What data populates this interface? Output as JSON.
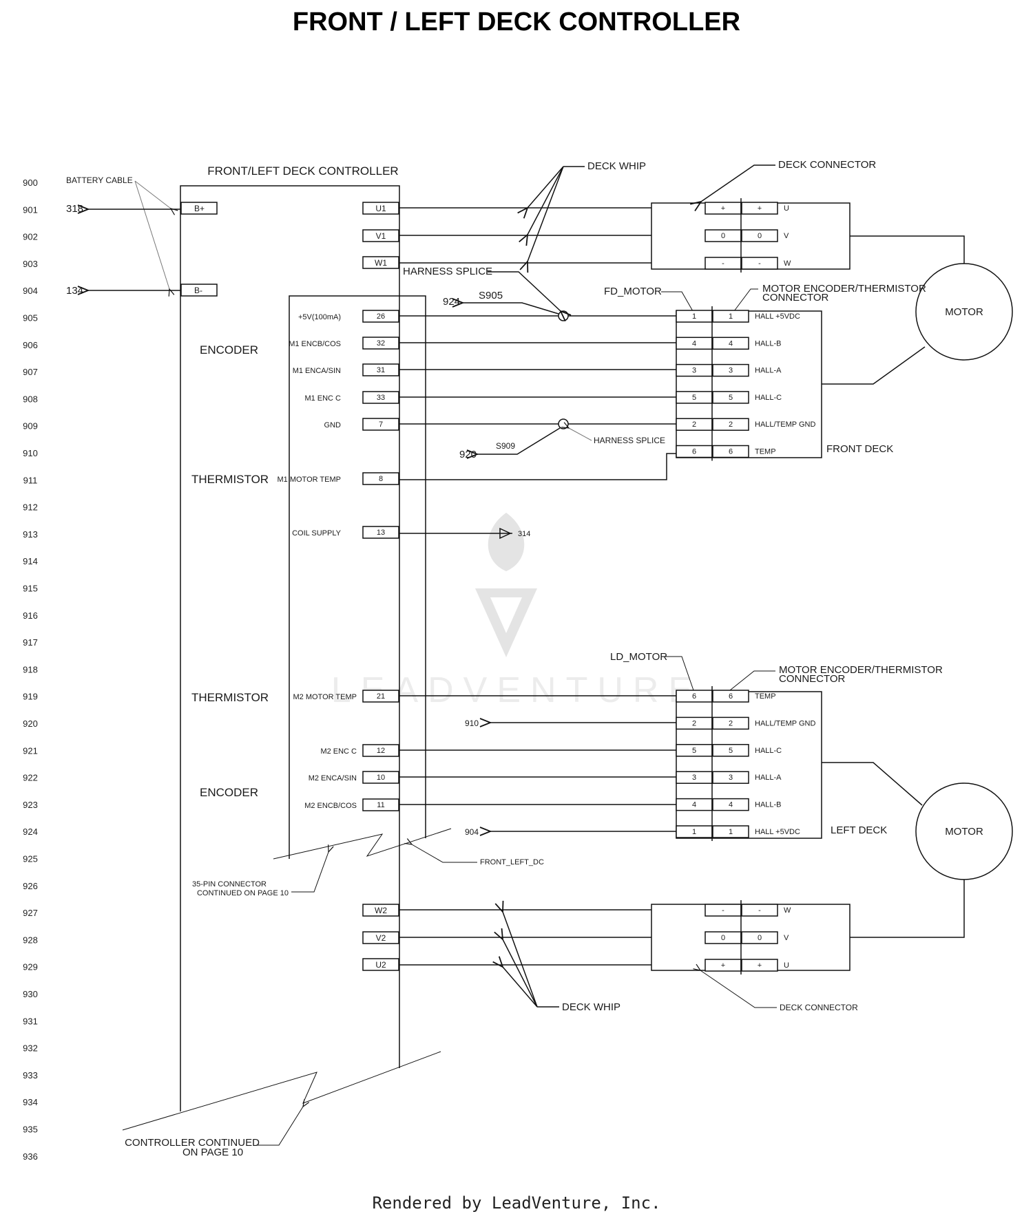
{
  "title": "FRONT / LEFT DECK CONTROLLER",
  "footer": "Rendered by LeadVenture, Inc.",
  "watermark": "LEADVENTURE",
  "row_numbers": [
    "900",
    "901",
    "902",
    "903",
    "904",
    "905",
    "906",
    "907",
    "908",
    "909",
    "910",
    "911",
    "912",
    "913",
    "914",
    "915",
    "916",
    "917",
    "918",
    "919",
    "920",
    "921",
    "922",
    "923",
    "924",
    "925",
    "926",
    "927",
    "928",
    "929",
    "930",
    "931",
    "932",
    "933",
    "934",
    "935",
    "936"
  ],
  "controller": {
    "label": "FRONT/LEFT DECK CONTROLLER",
    "battery_cable": "BATTERY CABLE",
    "b_plus": "B+",
    "b_minus": "B-",
    "ref_318": "318",
    "ref_134": "134",
    "encoder_1": "ENCODER",
    "thermistor_1": "THERMISTOR",
    "thermistor_2": "THERMISTOR",
    "encoder_2": "ENCODER",
    "continued": [
      "CONTROLLER CONTINUED",
      "ON PAGE 10"
    ],
    "pin35": [
      "35-PIN CONNECTOR",
      "CONTINUED ON PAGE 10"
    ],
    "front_left_dc": "FRONT_LEFT_DC"
  },
  "motor_pins_front": [
    "U1",
    "V1",
    "W1"
  ],
  "motor_pins_left": [
    "W2",
    "V2",
    "U2"
  ],
  "front_signals": [
    {
      "name": "+5V(100mA)",
      "pin": "26"
    },
    {
      "name": "M1 ENCB/COS",
      "pin": "32"
    },
    {
      "name": "M1 ENCA/SIN",
      "pin": "31"
    },
    {
      "name": "M1 ENC C",
      "pin": "33"
    },
    {
      "name": "GND",
      "pin": "7"
    },
    {
      "name": "M1 MOTOR TEMP",
      "pin": "8"
    },
    {
      "name": "COIL SUPPLY",
      "pin": "13"
    }
  ],
  "left_signals": [
    {
      "name": "M2 MOTOR TEMP",
      "pin": "21"
    },
    {
      "name": "M2 ENC C",
      "pin": "12"
    },
    {
      "name": "M2 ENCA/SIN",
      "pin": "10"
    },
    {
      "name": "M2 ENCB/COS",
      "pin": "11"
    }
  ],
  "refs": {
    "r924": "924",
    "s905": "S905",
    "r920": "920",
    "s909": "S909",
    "r314": "314",
    "r910": "910",
    "r904": "904",
    "harness_splice": "HARNESS SPLICE"
  },
  "deck_whip": "DECK WHIP",
  "deck_connector": "DECK CONNECTOR",
  "deck_connector_front": {
    "rows": [
      {
        "a": "+",
        "b": "+",
        "label": "U"
      },
      {
        "a": "0",
        "b": "0",
        "label": "V"
      },
      {
        "a": "-",
        "b": "-",
        "label": "W"
      }
    ]
  },
  "deck_connector_left": {
    "rows": [
      {
        "a": "-",
        "b": "-",
        "label": "W"
      },
      {
        "a": "0",
        "b": "0",
        "label": "V"
      },
      {
        "a": "+",
        "b": "+",
        "label": "U"
      }
    ]
  },
  "fd_motor": {
    "label": "FD_MOTOR",
    "enc_conn": [
      "MOTOR ENCODER/THERMISTOR",
      "CONNECTOR"
    ],
    "deck": "FRONT DECK",
    "rows": [
      {
        "a": "1",
        "b": "1",
        "label": "HALL +5VDC"
      },
      {
        "a": "4",
        "b": "4",
        "label": "HALL-B"
      },
      {
        "a": "3",
        "b": "3",
        "label": "HALL-A"
      },
      {
        "a": "5",
        "b": "5",
        "label": "HALL-C"
      },
      {
        "a": "2",
        "b": "2",
        "label": "HALL/TEMP GND"
      },
      {
        "a": "6",
        "b": "6",
        "label": "TEMP"
      }
    ]
  },
  "ld_motor": {
    "label": "LD_MOTOR",
    "enc_conn": [
      "MOTOR ENCODER/THERMISTOR",
      "CONNECTOR"
    ],
    "deck": "LEFT DECK",
    "rows": [
      {
        "a": "6",
        "b": "6",
        "label": "TEMP"
      },
      {
        "a": "2",
        "b": "2",
        "label": "HALL/TEMP GND"
      },
      {
        "a": "5",
        "b": "5",
        "label": "HALL-C"
      },
      {
        "a": "3",
        "b": "3",
        "label": "HALL-A"
      },
      {
        "a": "4",
        "b": "4",
        "label": "HALL-B"
      },
      {
        "a": "1",
        "b": "1",
        "label": "HALL +5VDC"
      }
    ]
  },
  "motor_label": "MOTOR"
}
